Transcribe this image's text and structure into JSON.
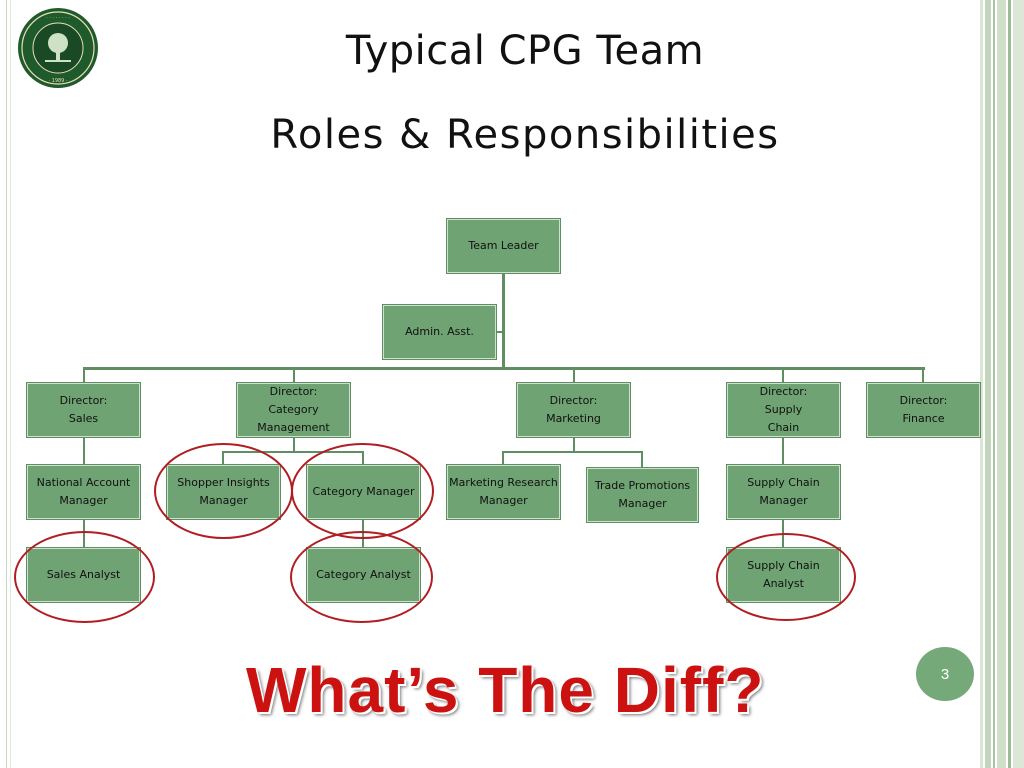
{
  "slide": {
    "title_line1": "Typical CPG Team",
    "title_line2": "Roles & Responsibilities",
    "tagline": "What’s The Diff?",
    "page_number": "3",
    "logo_icon": "college-seal-icon"
  },
  "org_chart": {
    "team_leader": "Team Leader",
    "admin": "Admin. Asst.",
    "directors": [
      "Director:\nSales",
      "Director:\nCategory\nManagement",
      "Director:\nMarketing",
      "Director:\nSupply\nChain",
      "Director:\nFinance"
    ],
    "managers": [
      "National Account\nManager",
      "Shopper Insights\nManager",
      "Category Manager",
      "Marketing Research\nManager",
      "Trade Promotions\nManager",
      "Supply Chain\nManager"
    ],
    "analysts": [
      "Sales Analyst",
      "Category Analyst",
      "Supply Chain\nAnalyst"
    ],
    "circled_roles": [
      "Shopper Insights Manager",
      "Category Manager",
      "Sales Analyst",
      "Category Analyst",
      "Supply Chain Analyst"
    ]
  },
  "colors": {
    "box_fill": "#6fa373",
    "connector": "#5f8e63",
    "highlight_circle": "#b01e22",
    "tagline": "#cc1111",
    "page_badge": "#76a979"
  }
}
